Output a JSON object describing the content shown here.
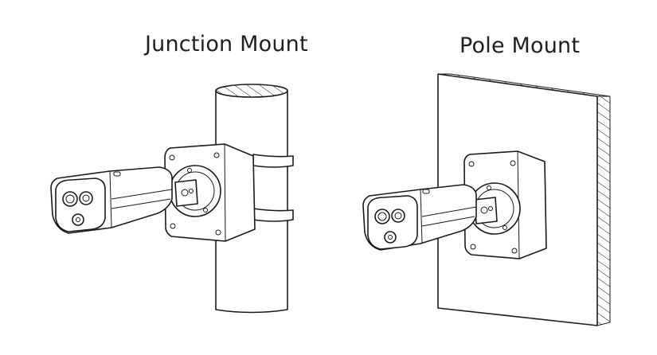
{
  "figures": [
    {
      "label": "Junction Mount",
      "mount_type": "pole",
      "icons": [
        "pole-icon",
        "clamp-band-icon",
        "junction-box-icon",
        "bullet-camera-icon"
      ]
    },
    {
      "label": "Pole Mount",
      "mount_type": "wall",
      "icons": [
        "wall-panel-icon",
        "junction-box-icon",
        "bullet-camera-icon"
      ]
    }
  ],
  "colors": {
    "background": "#ffffff",
    "line": "#1a1a1a",
    "text": "#1f1f1f"
  }
}
